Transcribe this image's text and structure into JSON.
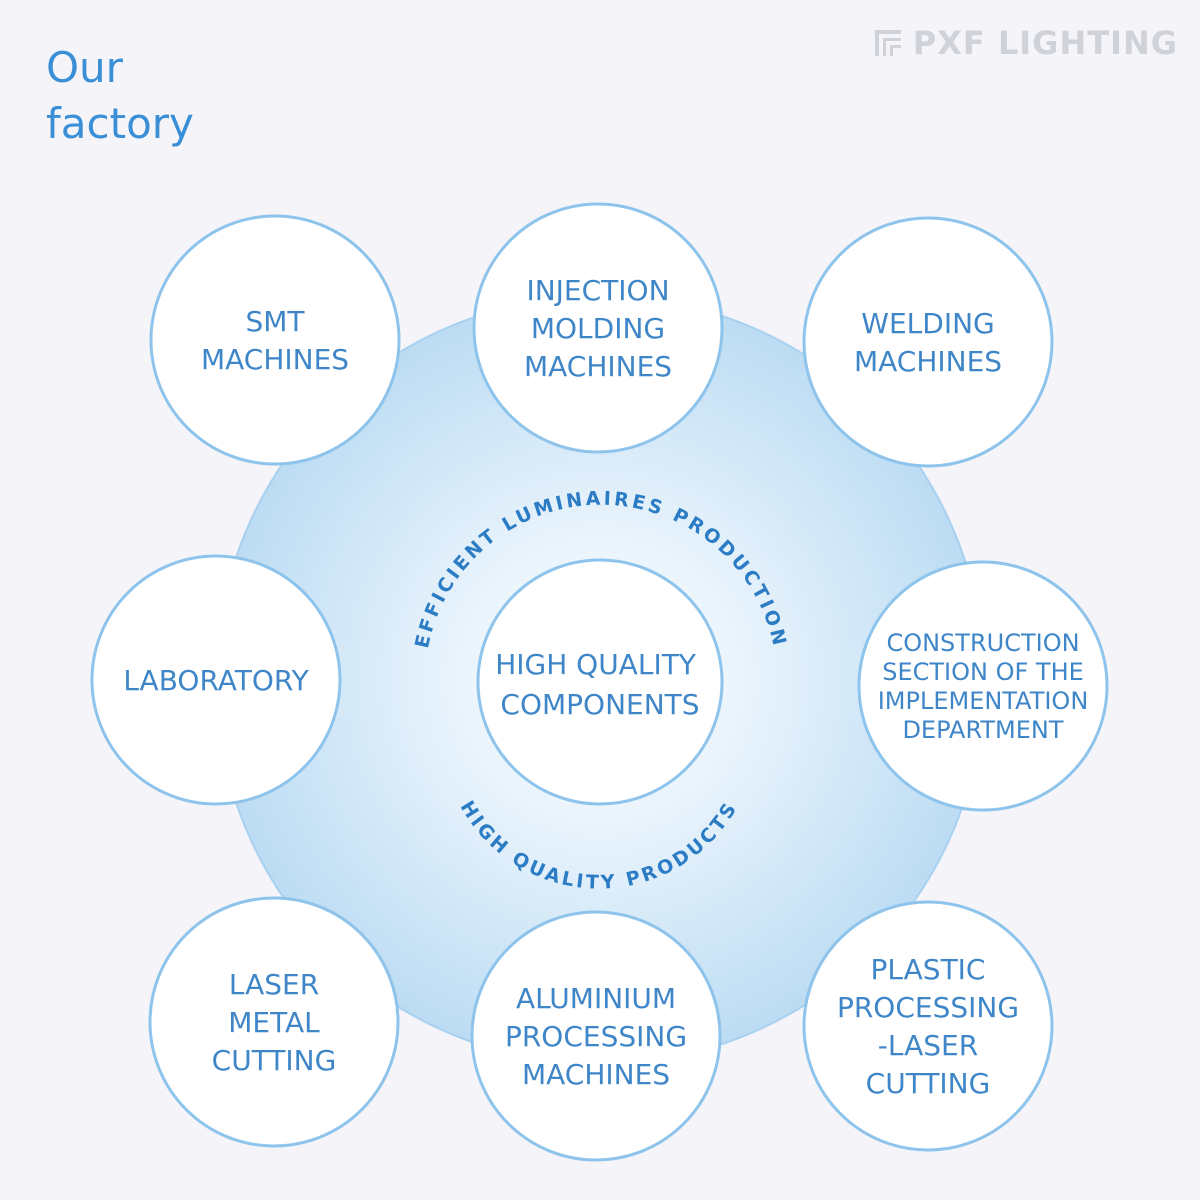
{
  "page": {
    "title_line1": "Our",
    "title_line2": "factory",
    "logo_text": "PXF LIGHTING"
  },
  "colors": {
    "accent": "#3a8fd6",
    "circle_stroke": "#8ec4ec",
    "big_circle_fill": "#c9e3f6",
    "node_text": "#3f86c8",
    "arc_text": "#2b7cc4",
    "background": "#f5f5f9"
  },
  "center": {
    "label_lines": [
      "HIGH QUALITY",
      "COMPONENTS"
    ],
    "arc_top": "EFFICIENT LUMINAIRES PRODUCTION",
    "arc_bottom": "HIGH QUALITY PRODUCTS"
  },
  "nodes": [
    {
      "id": "smt",
      "lines": [
        "SMT",
        "MACHINES"
      ]
    },
    {
      "id": "injection",
      "lines": [
        "INJECTION",
        "MOLDING",
        "MACHINES"
      ]
    },
    {
      "id": "welding",
      "lines": [
        "WELDING",
        "MACHINES"
      ]
    },
    {
      "id": "laboratory",
      "lines": [
        "LABORATORY"
      ]
    },
    {
      "id": "construction",
      "lines": [
        "CONSTRUCTION",
        "SECTION OF THE",
        "IMPLEMENTATION",
        "DEPARTMENT"
      ]
    },
    {
      "id": "laser-metal",
      "lines": [
        "LASER",
        "METAL",
        "CUTTING"
      ]
    },
    {
      "id": "aluminium",
      "lines": [
        "ALUMINIUM",
        "PROCESSING",
        "MACHINES"
      ]
    },
    {
      "id": "plastic",
      "lines": [
        "PLASTIC",
        "PROCESSING",
        "-LASER",
        "CUTTING"
      ]
    }
  ]
}
